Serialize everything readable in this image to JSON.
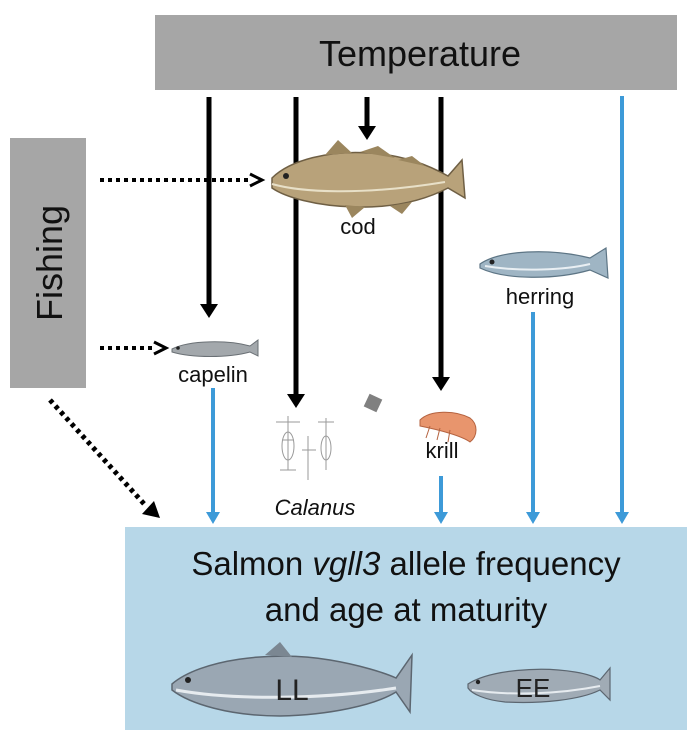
{
  "drivers": {
    "temperature": "Temperature",
    "fishing": "Fishing"
  },
  "species": {
    "cod": "cod",
    "capelin": "capelin",
    "herring": "herring",
    "krill": "krill",
    "calanus": "Calanus"
  },
  "outcome": {
    "line1_prefix": "Salmon ",
    "line1_gene": "vgll3",
    "line1_suffix": " allele frequency",
    "line2": "and age at maturity"
  },
  "genotypes": {
    "large": "LL",
    "early": "EE"
  },
  "colors": {
    "driver_box": "#a6a6a6",
    "outcome_box": "#b7d7e8",
    "temperature_arrow": "#000000",
    "salmon_arrow": "#3d9ad8",
    "fishing_arrow": "#000000"
  }
}
